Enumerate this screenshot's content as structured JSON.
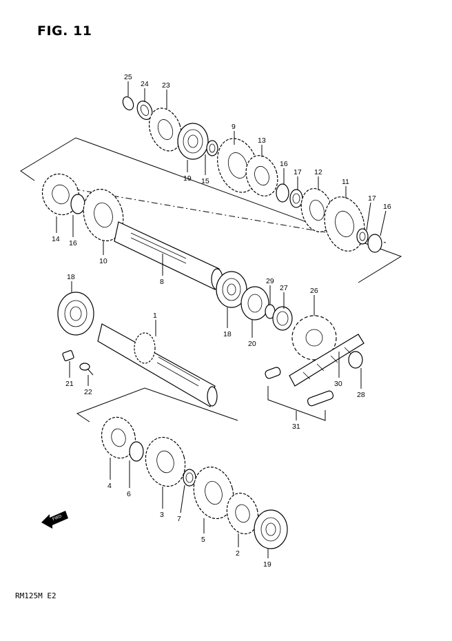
{
  "figure": {
    "title": "FIG. 11",
    "model_code": "RM125M  E2",
    "fwd_label": "FWD"
  },
  "callouts": {
    "c25": "25",
    "c24": "24",
    "c23": "23",
    "c19a": "19",
    "c15": "15",
    "c9": "9",
    "c13": "13",
    "c16a": "16",
    "c17a": "17",
    "c12": "12",
    "c11": "11",
    "c17b": "17",
    "c16b": "16",
    "c14": "14",
    "c16c": "16",
    "c10": "10",
    "c8": "8",
    "c18a": "18",
    "c29": "29",
    "c27": "27",
    "c26": "26",
    "c18b": "18",
    "c20": "20",
    "c1": "1",
    "c21": "21",
    "c22": "22",
    "c30": "30",
    "c28": "28",
    "c31": "31",
    "c4": "4",
    "c6": "6",
    "c3": "3",
    "c7": "7",
    "c5": "5",
    "c2": "2",
    "c19b": "19"
  }
}
